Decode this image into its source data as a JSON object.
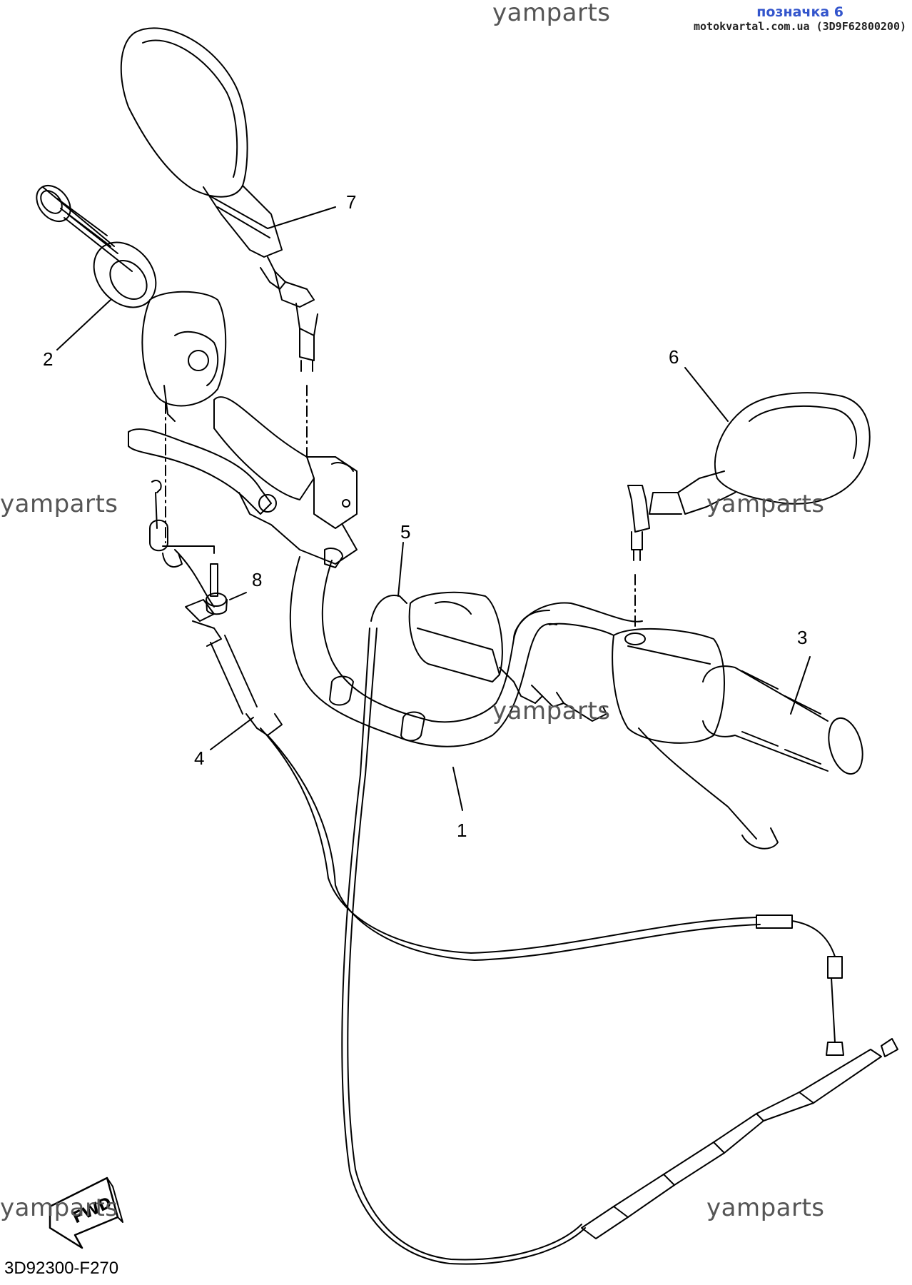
{
  "header": {
    "tag": "позначка 6",
    "source": "motokvartal.com.ua (3D9F62800200)"
  },
  "watermarks": [
    "yamparts",
    "yamparts",
    "yamparts",
    "yamparts",
    "yamparts",
    "yamparts"
  ],
  "callouts": [
    "1",
    "2",
    "3",
    "4",
    "5",
    "6",
    "7",
    "8"
  ],
  "fwd_label": "FWD",
  "drawing_code": "3D92300-F270",
  "colors": {
    "line": "#000000",
    "tag": "#3355cc",
    "watermark": "#555555"
  }
}
